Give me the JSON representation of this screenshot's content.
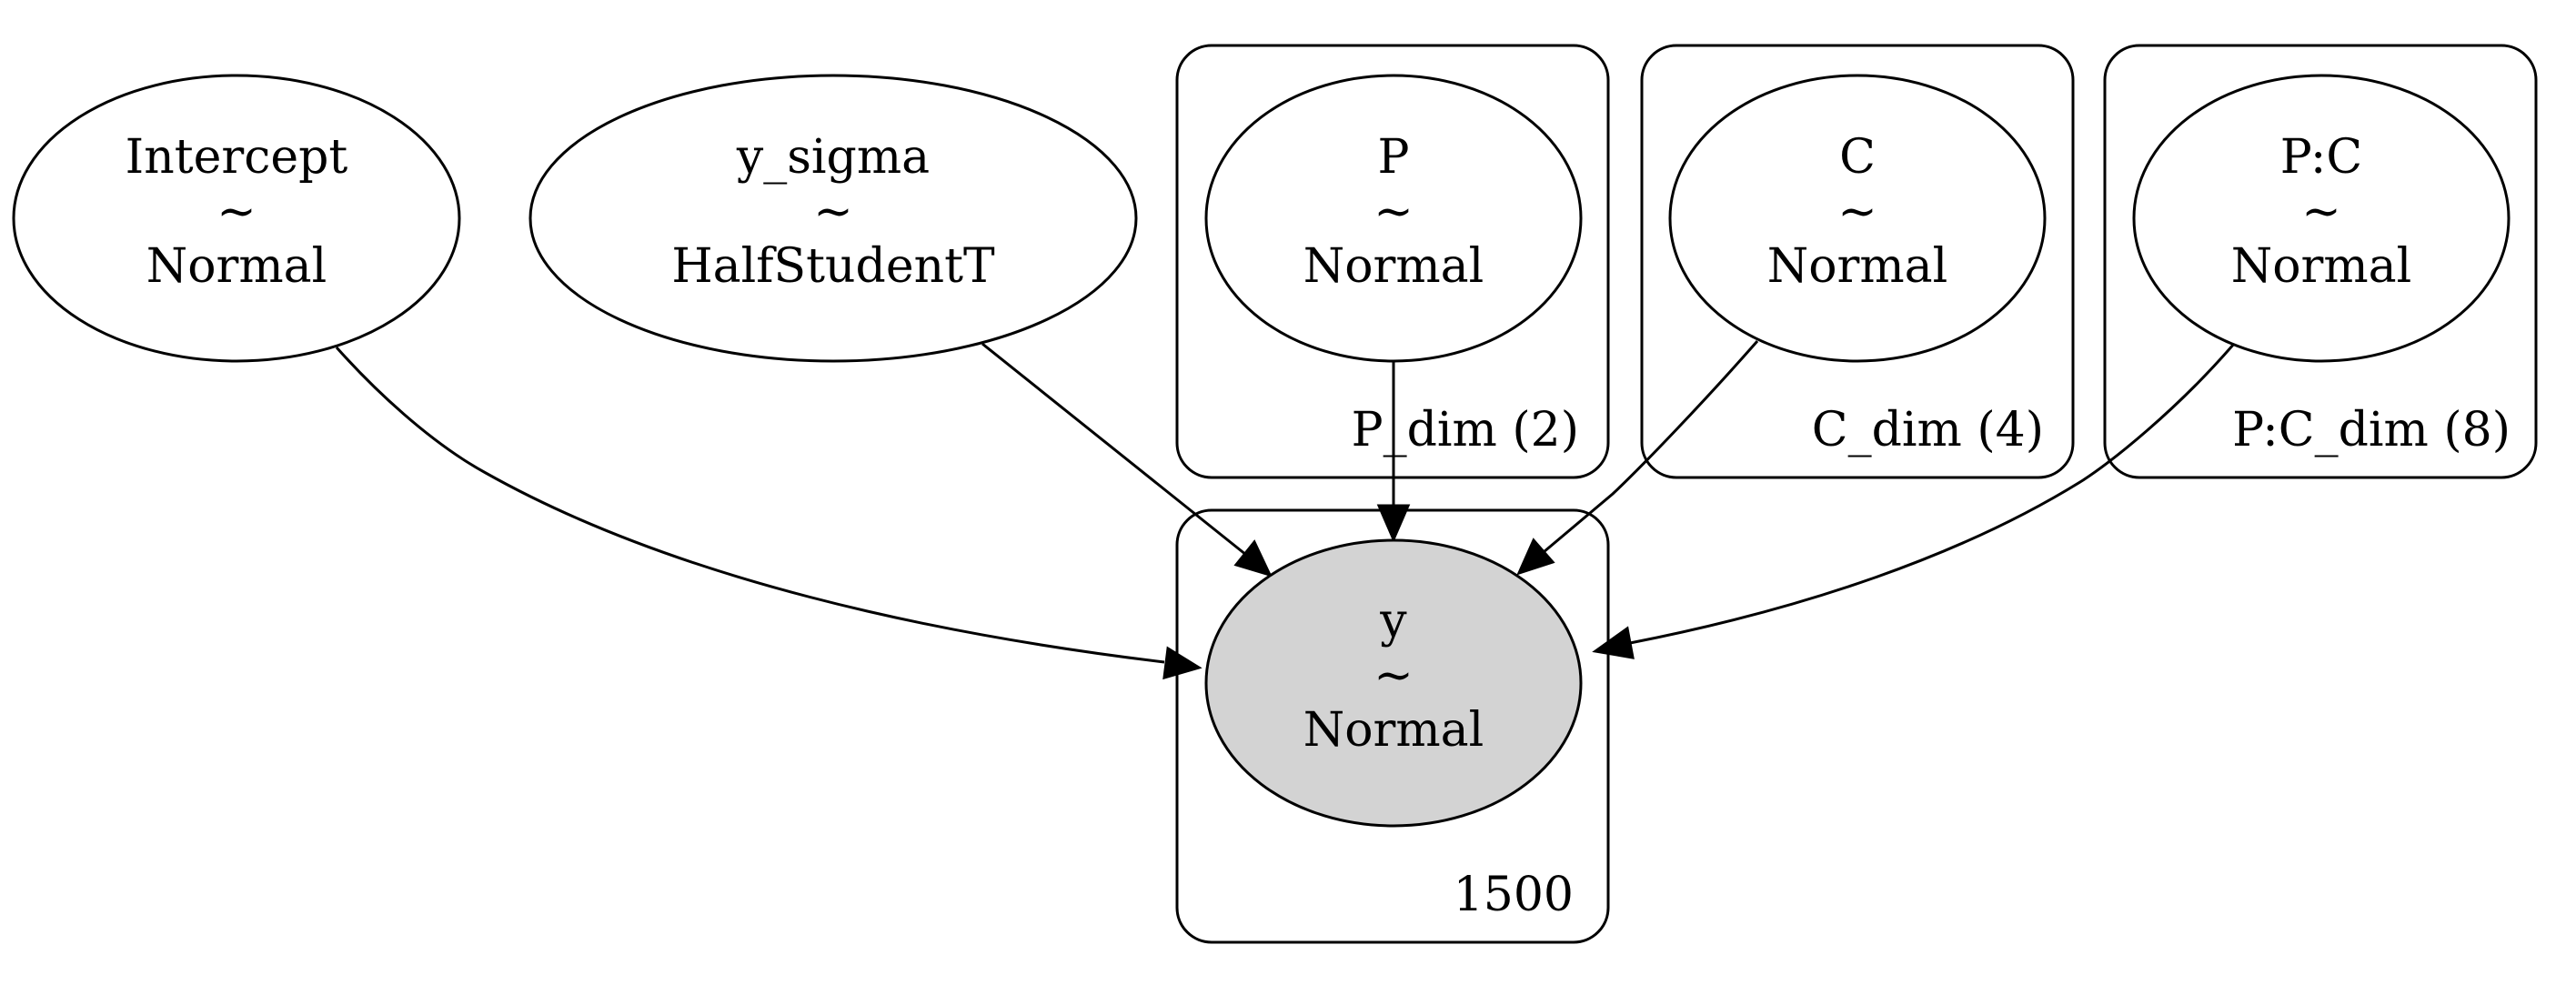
{
  "diagram": {
    "nodes": {
      "intercept": {
        "name": "Intercept",
        "tilde": "~",
        "dist": "Normal"
      },
      "y_sigma": {
        "name": "y_sigma",
        "tilde": "~",
        "dist": "HalfStudentT"
      },
      "p": {
        "name": "P",
        "tilde": "~",
        "dist": "Normal"
      },
      "c": {
        "name": "C",
        "tilde": "~",
        "dist": "Normal"
      },
      "pc": {
        "name": "P:C",
        "tilde": "~",
        "dist": "Normal"
      },
      "y": {
        "name": "y",
        "tilde": "~",
        "dist": "Normal",
        "observed": true
      }
    },
    "plates": {
      "p_dim": "P_dim (2)",
      "c_dim": "C_dim (4)",
      "pc_dim": "P:C_dim (8)",
      "obs": "1500"
    },
    "edges": [
      {
        "from": "Intercept",
        "to": "y"
      },
      {
        "from": "y_sigma",
        "to": "y"
      },
      {
        "from": "P",
        "to": "y"
      },
      {
        "from": "C",
        "to": "y"
      },
      {
        "from": "P:C",
        "to": "y"
      }
    ],
    "colors": {
      "observed_fill": "#d3d3d3",
      "latent_fill": "#ffffff",
      "stroke": "#000000"
    }
  }
}
